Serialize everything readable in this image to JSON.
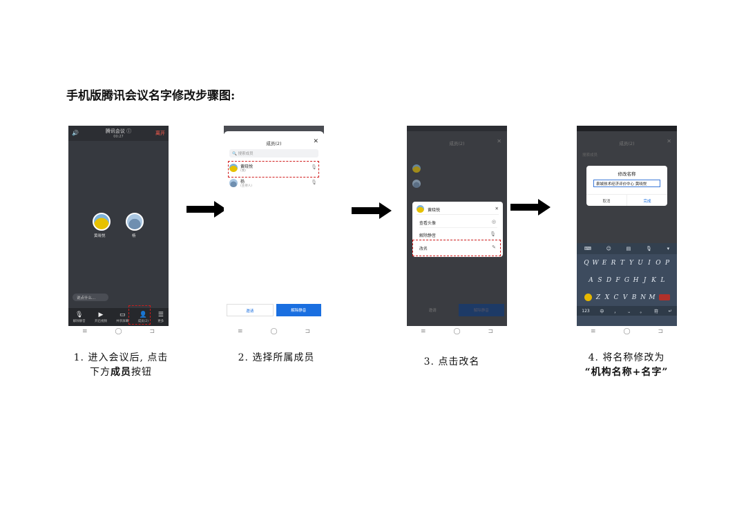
{
  "doc_title": "手机版腾讯会议名字修改步骤图:",
  "step1": {
    "header_title": "腾讯会议 ⓘ",
    "header_sub": "00:27",
    "leave": "离开",
    "participant_a": "黄晓悦",
    "participant_b": "杨",
    "chat_placeholder": "说点什么...",
    "tools": [
      "解除静音",
      "开启视频",
      "共享屏幕",
      "成员(2)",
      "更多"
    ],
    "caption_line1": "1. 进入会议后, 点击",
    "caption_line2_pre": "下方",
    "caption_line2_bold": "成员",
    "caption_line2_post": "按钮"
  },
  "step2": {
    "sheet_title": "成员(2)",
    "search_placeholder": "搜索成员",
    "member1_name": "黄晓悦",
    "member1_sub": "(我)",
    "member2_name": "杨",
    "member2_sub": "(主持人)",
    "btn_invite": "邀请",
    "btn_unmute_all": "解除静音",
    "caption": "2. 选择所属成员"
  },
  "step3": {
    "dim_title": "成员(2)",
    "popup_name": "黄晓悦",
    "items": [
      "查看头像",
      "解除静音",
      "改名"
    ],
    "dim_btn_a": "邀请",
    "dim_btn_b": "解除静音",
    "caption": "3.  点击改名"
  },
  "step4": {
    "dim_title": "成员(2)",
    "dim_search": "搜索成员",
    "dialog_title": "修改名称",
    "input_value": "泉城技术经济评价中心 黄晓悦",
    "btn_cancel": "取消",
    "btn_done": "完成",
    "kb_row1": [
      "Q",
      "W",
      "E",
      "R",
      "T",
      "Y",
      "U",
      "I",
      "O",
      "P"
    ],
    "kb_row2": [
      "A",
      "S",
      "D",
      "F",
      "G",
      "H",
      "J",
      "K",
      "L"
    ],
    "kb_row3": [
      "Z",
      "X",
      "C",
      "V",
      "B",
      "N",
      "M"
    ],
    "kb_bottom": [
      "123",
      "中",
      "，",
      "⎵",
      "。",
      "符",
      "↵"
    ],
    "caption_line1": "4.  将名称修改为",
    "caption_line2": "“机构名称+名字”"
  },
  "navbar": [
    "≡",
    "◯",
    "⊐"
  ],
  "colors": {
    "highlight_dash": "#d01a1a",
    "accent_blue": "#1a6fe0",
    "meeting_bg": "#36393f"
  }
}
